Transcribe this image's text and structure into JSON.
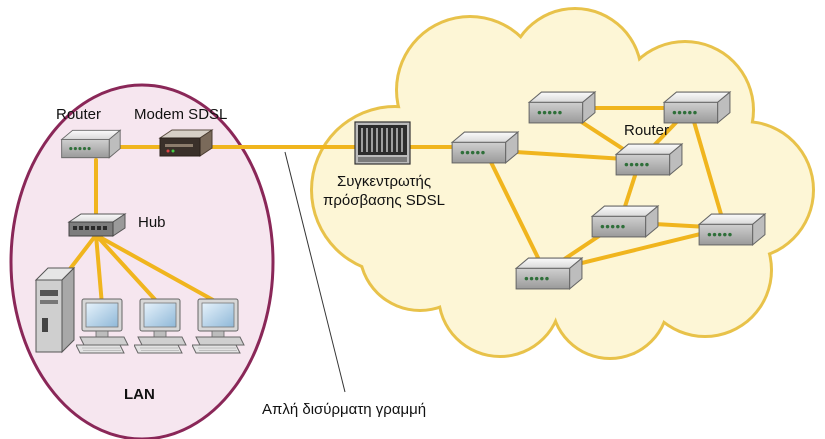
{
  "labels": {
    "router_lan": "Router",
    "modem": "Modem SDSL",
    "hub": "Hub",
    "lan": "LAN",
    "concentrator_line1": "Συγκεντρωτής",
    "concentrator_line2": "πρόσβασης SDSL",
    "router_cloud": "Router",
    "wire_line": "Απλή δισύρματη γραμμή"
  },
  "colors": {
    "lan_fill": "#f6e6ef",
    "lan_border": "#8a2758",
    "cloud_fill": "#fdf6d6",
    "cloud_border": "#e8c24a",
    "link": "#f0b51e"
  }
}
